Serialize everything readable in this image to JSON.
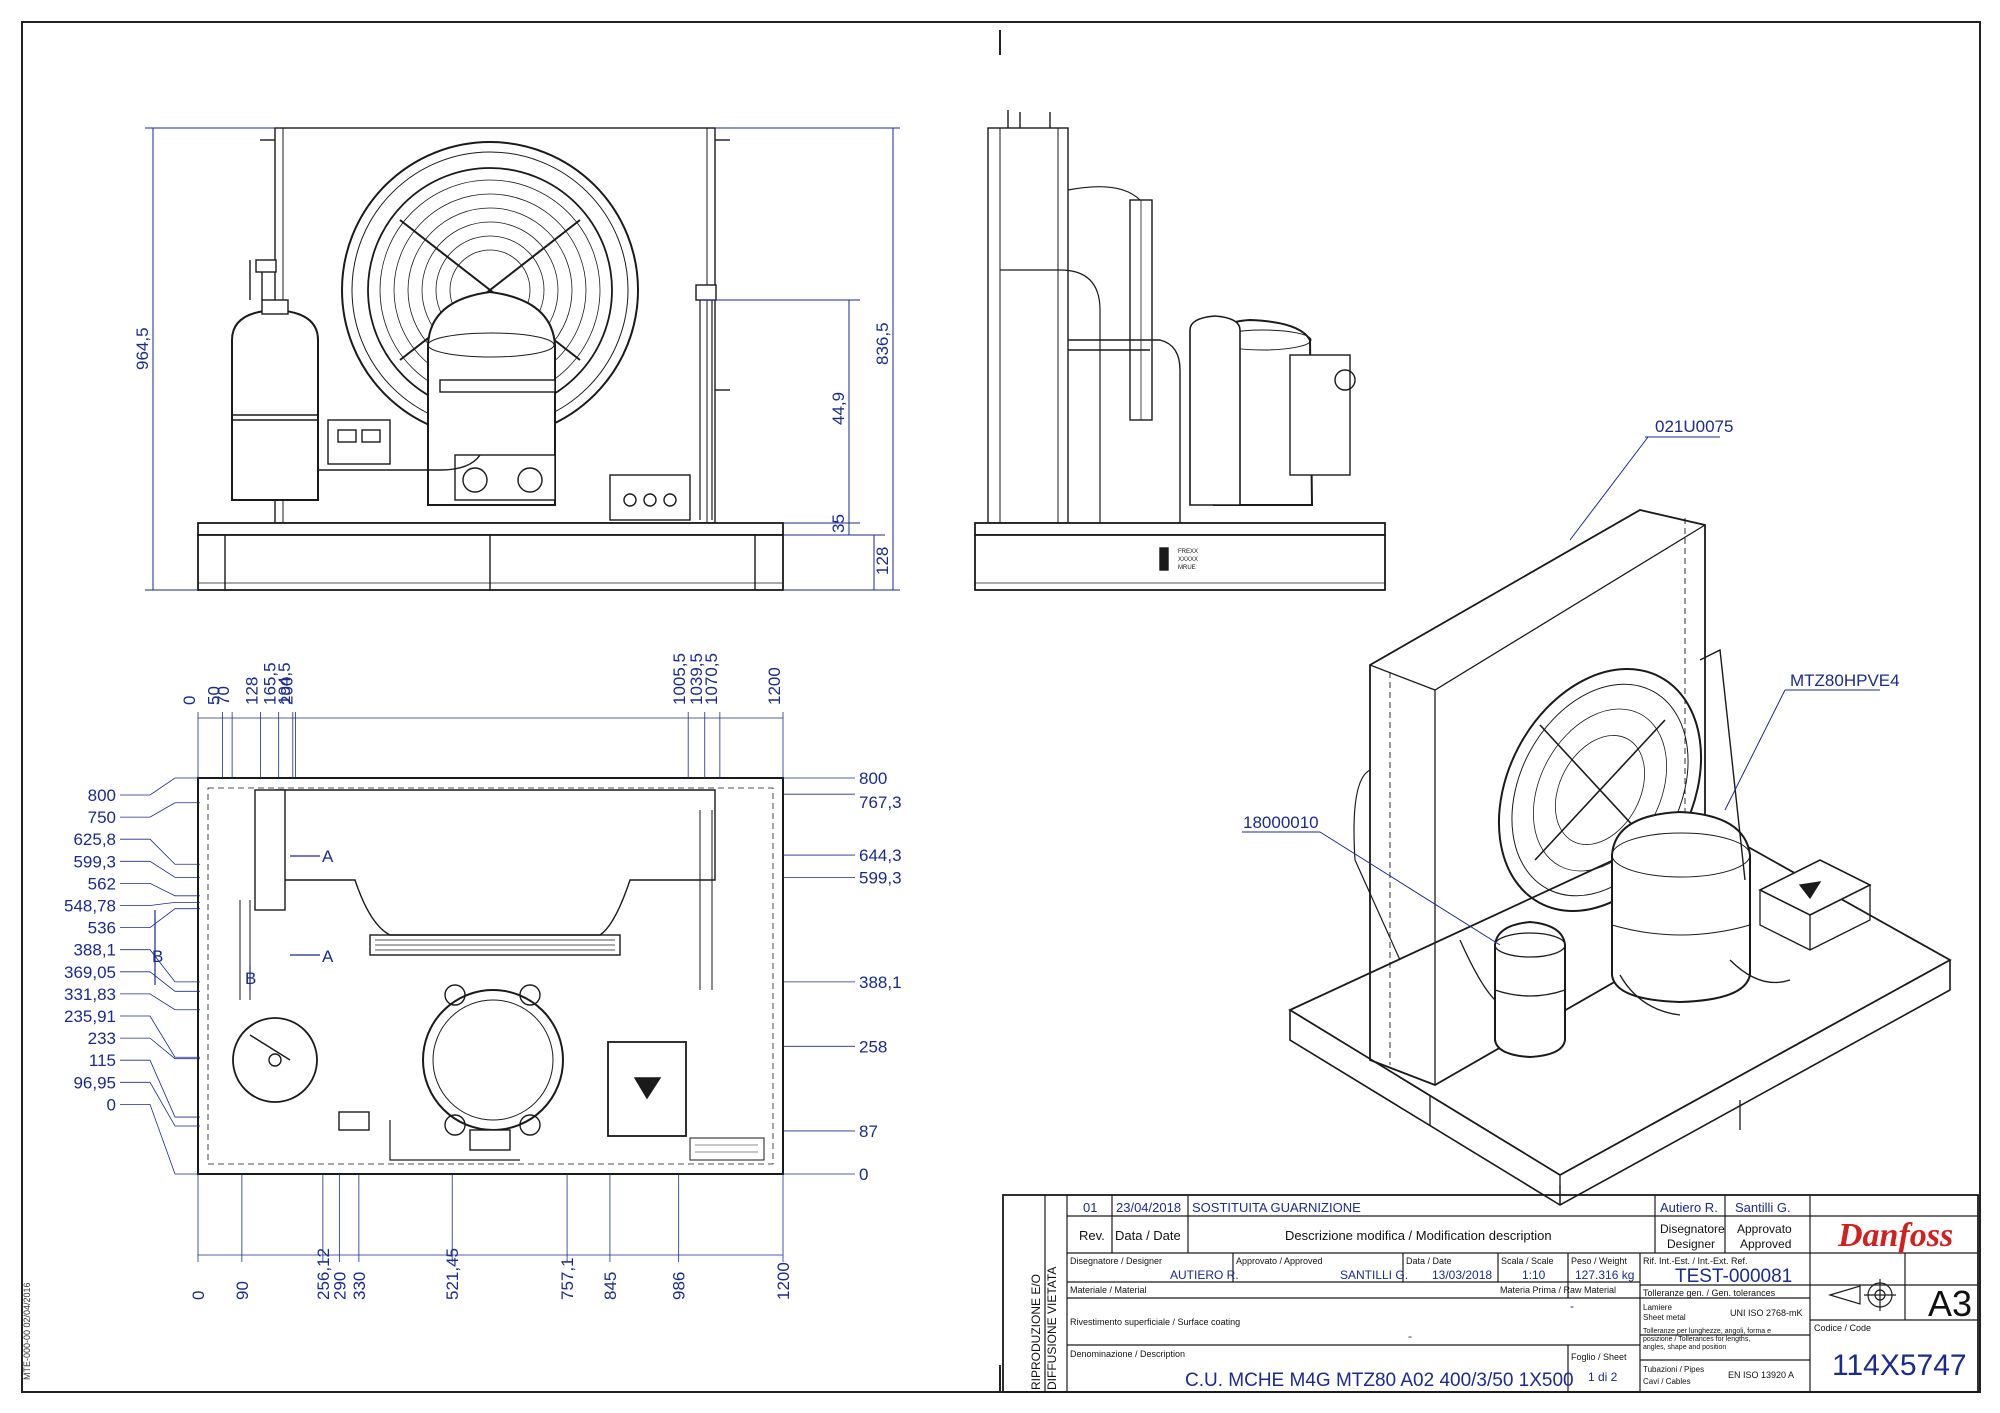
{
  "doc_id": "MTE-000-00 02/04/2016",
  "front_view": {
    "dims": {
      "total": "964,5",
      "upper": "836,5",
      "mid": "44,9",
      "base": "35",
      "skid": "128"
    }
  },
  "side_view": {
    "label_box": [
      "FREXX",
      "XXXXX",
      "MRUE"
    ]
  },
  "top_view": {
    "top_dims": [
      "0",
      "50",
      "70",
      "128",
      "165,5",
      "194,5",
      "200",
      "1005,5",
      "1039,5",
      "1070,5",
      "1200"
    ],
    "left_dims": [
      "800",
      "750",
      "625,8",
      "599,3",
      "562",
      "548,78",
      "536",
      "388,1",
      "369,05",
      "331,83",
      "235,91",
      "233",
      "115",
      "96,95",
      "0"
    ],
    "right_dims": [
      "800",
      "767,3",
      "644,3",
      "599,3",
      "388,1",
      "258",
      "87",
      "0"
    ],
    "bottom_dims": [
      "0",
      "90",
      "256,12",
      "290",
      "330",
      "521,45",
      "757,1",
      "845",
      "986",
      "1200"
    ],
    "section_a": "A",
    "section_b": "B"
  },
  "iso_view": {
    "callouts": {
      "condenser": "021U0075",
      "compressor": "MTZ80HPVE4",
      "receiver": "18000010"
    }
  },
  "title_block": {
    "side_note_1": "RIPRODUZIONE E/O",
    "side_note_2": "DIFFUSIONE VIETATA",
    "rev_value": "01",
    "rev_date": "23/04/2018",
    "rev_desc": "SOSTITUITA GUARNIZIONE",
    "rev_designer": "Autiero R.",
    "rev_approver": "Santilli G.",
    "h_rev": "Rev.",
    "h_date": "Data / Date",
    "h_desc": "Descrizione modifica / Modification description",
    "h_designer_1": "Disegnatore",
    "h_designer_2": "Designer",
    "h_approved_1": "Approvato",
    "h_approved_2": "Approved",
    "l_designer": "Disegnatore / Designer",
    "v_designer": "AUTIERO R.",
    "l_approved": "Approvato / Approved",
    "v_approved": "SANTILLI G.",
    "l_date": "Data / Date",
    "v_date": "13/03/2018",
    "l_scale": "Scala / Scale",
    "v_scale": "1:10",
    "l_weight": "Peso / Weight",
    "v_weight": "127.316 kg",
    "l_ref": "Rif. Int.-Est. / Int.-Ext. Ref.",
    "v_ref": "TEST-000081",
    "l_material": "Materiale / Material",
    "l_raw": "Materia Prima / Raw Material",
    "v_raw": "-",
    "l_coating": "Rivestimento superficiale / Surface coating",
    "v_coating": "-",
    "l_desc": "Denominazione / Description",
    "v_desc": "C.U. MCHE M4G MTZ80 A02 400/3/50 1X500",
    "l_sheet": "Foglio / Sheet",
    "v_sheet": "1 di 2",
    "tol_title": "Tolleranze gen. / Gen. tolerances",
    "tol_sheet_1": "Lamiere",
    "tol_sheet_2": "Sheet metal",
    "tol_sheet_std": "UNI ISO 2768-mK",
    "tol_note_1": "Tolleranze per lunghezze, angoli, forma e",
    "tol_note_2": "posizione / Tollerances for lengths,",
    "tol_note_3": "angles, shape and position",
    "tol_pipes_1": "Tubazioni / Pipes",
    "tol_pipes_2": "Cavi / Cables",
    "tol_pipes_std": "EN ISO 13920 A",
    "brand": "Danfoss",
    "format": "A3",
    "l_code": "Codice / Code",
    "v_code": "114X5747"
  },
  "colors": {
    "line": "#1a1a1a",
    "dim": "#1a2a8f",
    "brand": "#d0201f"
  }
}
